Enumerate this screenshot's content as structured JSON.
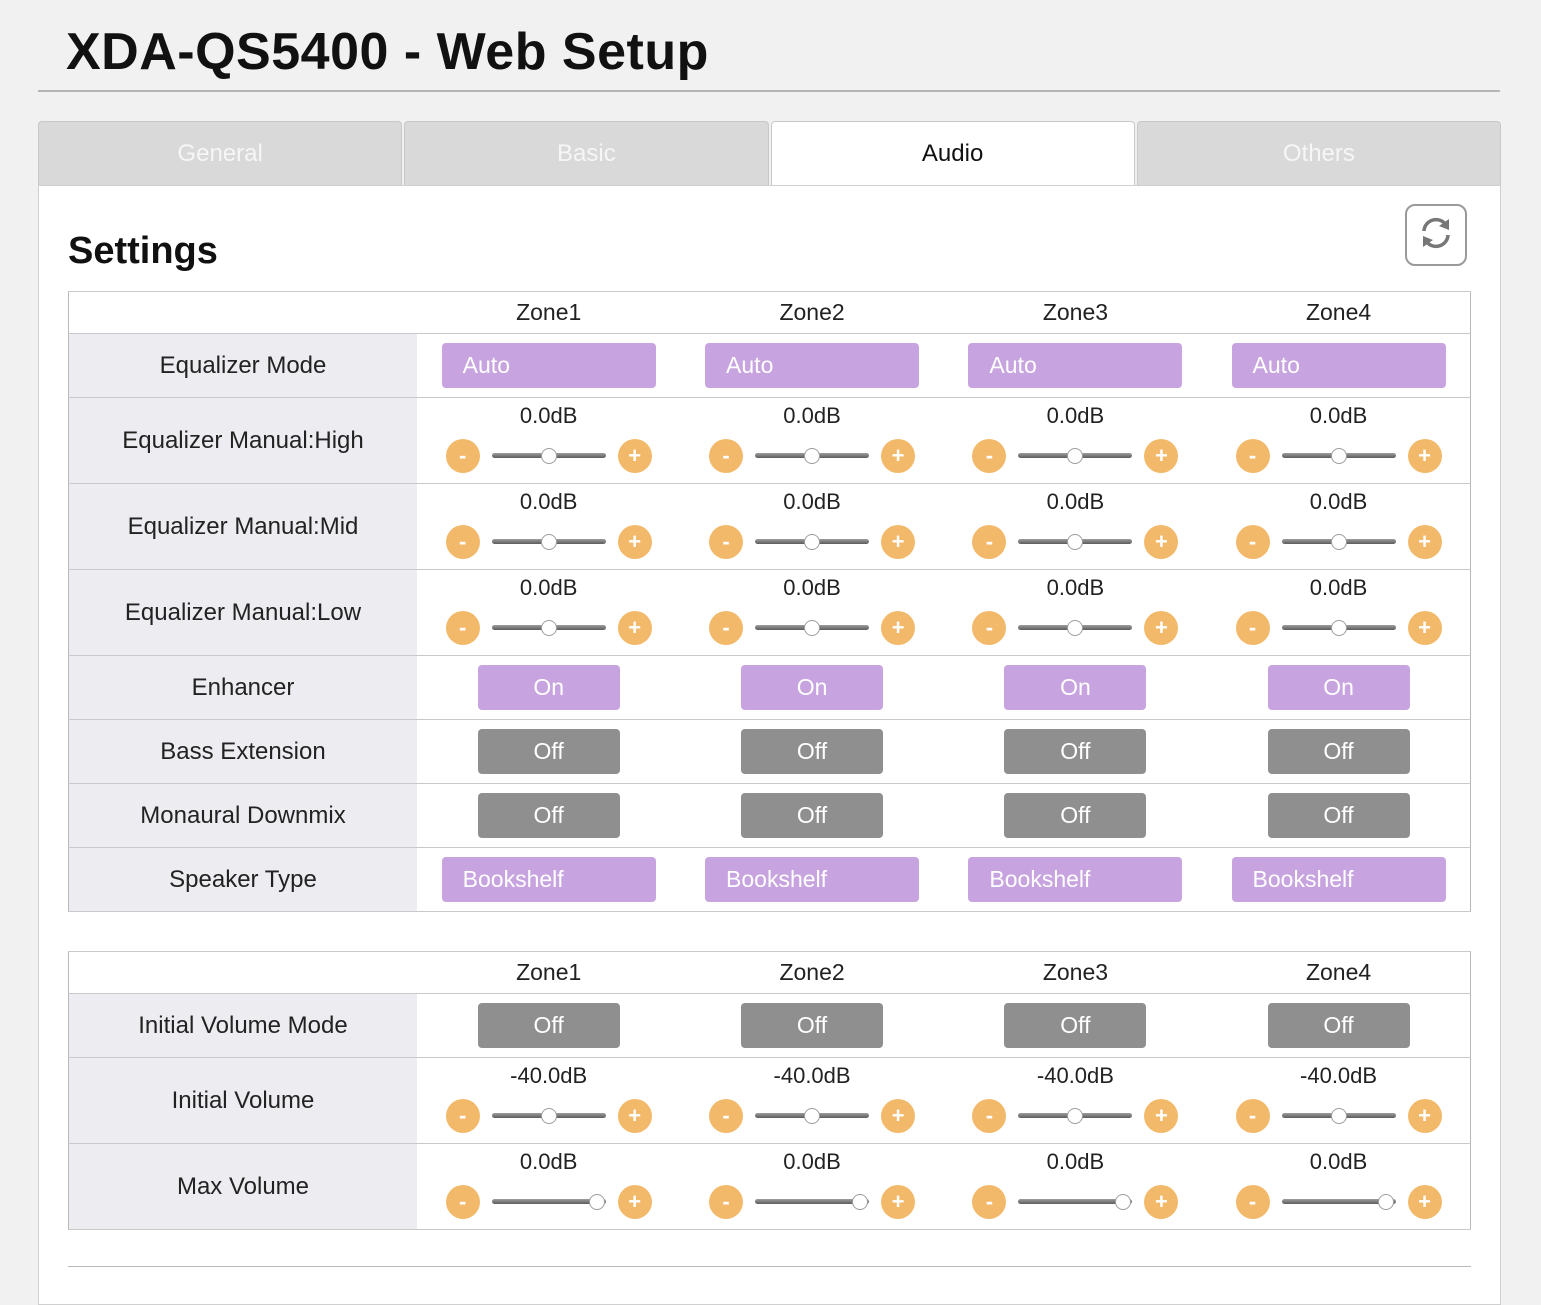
{
  "header": {
    "title": "XDA-QS5400 - Web Setup"
  },
  "tabs": [
    {
      "label": "General",
      "active": false
    },
    {
      "label": "Basic",
      "active": false
    },
    {
      "label": "Audio",
      "active": true
    },
    {
      "label": "Others",
      "active": false
    }
  ],
  "section": {
    "title": "Settings",
    "refresh_icon": "refresh-icon"
  },
  "colors": {
    "accent_purple": "#c7a4df",
    "off_gray": "#8f8f8f",
    "step_orange": "#f3b96a",
    "label_bg": "#ececf1"
  },
  "table1": {
    "zones": [
      "Zone1",
      "Zone2",
      "Zone3",
      "Zone4"
    ],
    "rows": [
      {
        "label": "Equalizer Mode",
        "kind": "select",
        "values": [
          "Auto",
          "Auto",
          "Auto",
          "Auto"
        ]
      },
      {
        "label": "Equalizer Manual:High",
        "kind": "slider",
        "values": [
          "0.0dB",
          "0.0dB",
          "0.0dB",
          "0.0dB"
        ],
        "levels": [
          0.5,
          0.5,
          0.5,
          0.5
        ]
      },
      {
        "label": "Equalizer Manual:Mid",
        "kind": "slider",
        "values": [
          "0.0dB",
          "0.0dB",
          "0.0dB",
          "0.0dB"
        ],
        "levels": [
          0.5,
          0.5,
          0.5,
          0.5
        ]
      },
      {
        "label": "Equalizer Manual:Low",
        "kind": "slider",
        "values": [
          "0.0dB",
          "0.0dB",
          "0.0dB",
          "0.0dB"
        ],
        "levels": [
          0.5,
          0.5,
          0.5,
          0.5
        ]
      },
      {
        "label": "Enhancer",
        "kind": "toggle",
        "values": [
          "On",
          "On",
          "On",
          "On"
        ]
      },
      {
        "label": "Bass Extension",
        "kind": "toggle",
        "values": [
          "Off",
          "Off",
          "Off",
          "Off"
        ]
      },
      {
        "label": "Monaural Downmix",
        "kind": "toggle",
        "values": [
          "Off",
          "Off",
          "Off",
          "Off"
        ]
      },
      {
        "label": "Speaker Type",
        "kind": "select",
        "values": [
          "Bookshelf",
          "Bookshelf",
          "Bookshelf",
          "Bookshelf"
        ]
      }
    ]
  },
  "table2": {
    "zones": [
      "Zone1",
      "Zone2",
      "Zone3",
      "Zone4"
    ],
    "rows": [
      {
        "label": "Initial Volume Mode",
        "kind": "toggle",
        "values": [
          "Off",
          "Off",
          "Off",
          "Off"
        ]
      },
      {
        "label": "Initial Volume",
        "kind": "slider",
        "values": [
          "-40.0dB",
          "-40.0dB",
          "-40.0dB",
          "-40.0dB"
        ],
        "levels": [
          0.5,
          0.5,
          0.5,
          0.5
        ]
      },
      {
        "label": "Max Volume",
        "kind": "slider",
        "values": [
          "0.0dB",
          "0.0dB",
          "0.0dB",
          "0.0dB"
        ],
        "levels": [
          0.92,
          0.92,
          0.92,
          0.92
        ]
      }
    ]
  },
  "controls": {
    "minus": "-",
    "plus": "+"
  }
}
